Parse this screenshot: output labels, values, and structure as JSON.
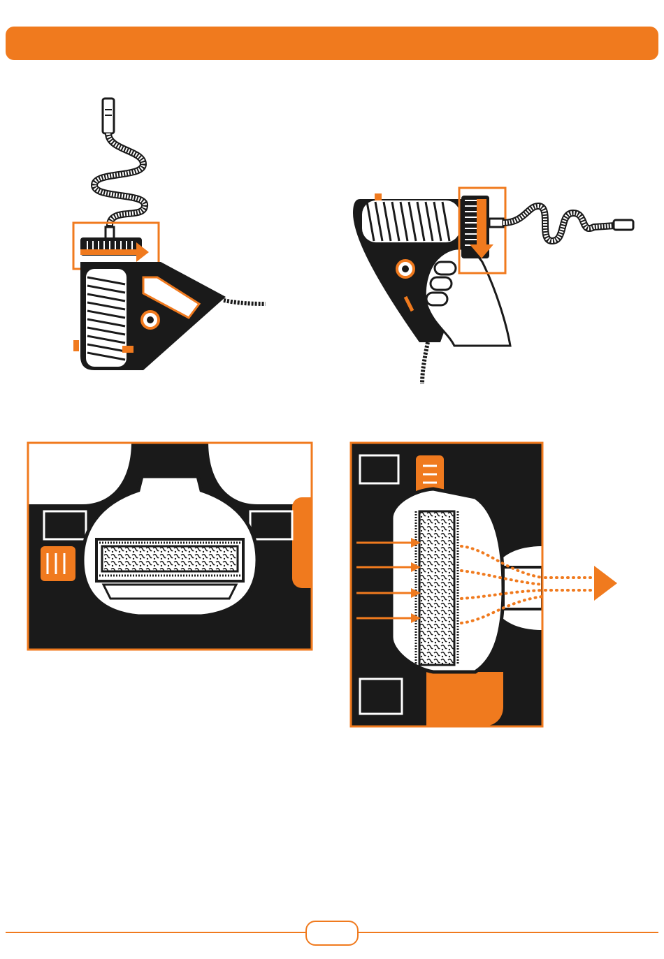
{
  "colors": {
    "accent": "#F07A1E",
    "ink": "#1a1a1a",
    "paper": "#ffffff"
  },
  "header": {
    "title": ""
  },
  "figures": [
    {
      "id": "vaporizer-vertical",
      "icon": "vaporizer-with-whip-icon"
    },
    {
      "id": "vaporizer-in-hand",
      "icon": "hand-holding-vaporizer-icon"
    },
    {
      "id": "filter-cutaway-closed",
      "icon": "filter-cross-section-icon"
    },
    {
      "id": "filter-cutaway-airflow",
      "icon": "airflow-cross-section-icon"
    }
  ],
  "footer": {
    "page_number": ""
  }
}
